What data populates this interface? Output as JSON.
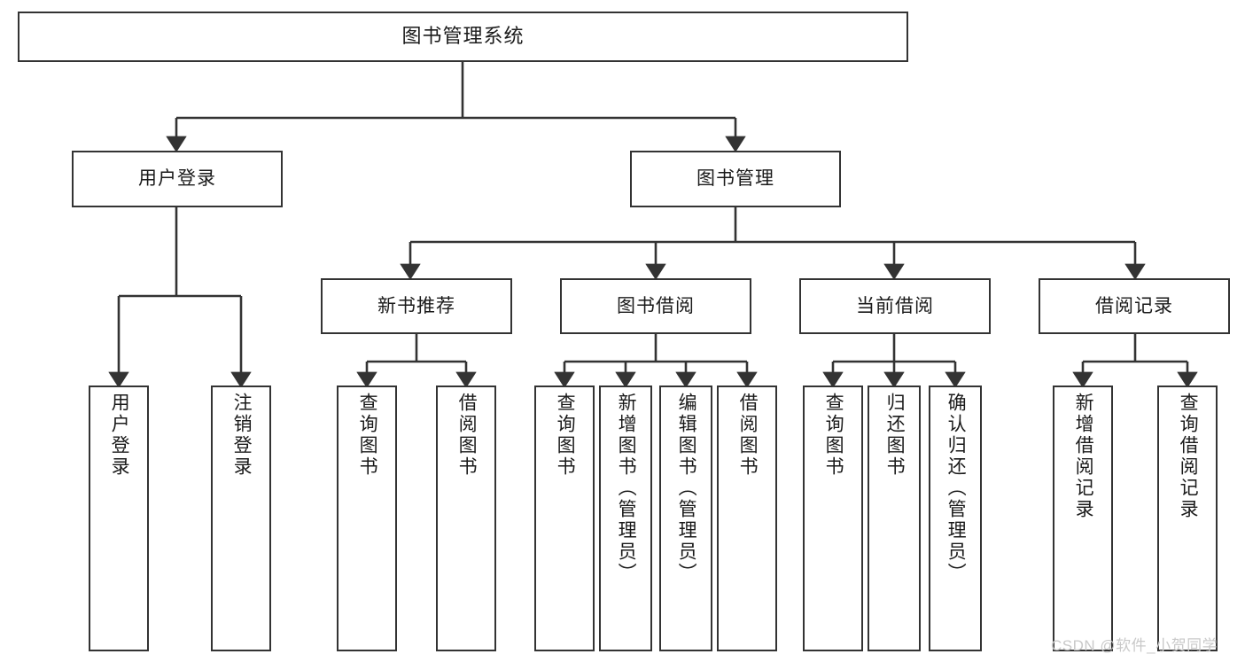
{
  "diagram": {
    "title": "图书管理系统",
    "type": "tree-hierarchy-chart",
    "colors": {
      "box_border": "#333333",
      "box_fill": "#ffffff",
      "connector": "#333333",
      "text": "#1a1a1a",
      "watermark": "#c9c9c9"
    },
    "root": {
      "label": "图书管理系统"
    },
    "level2": [
      {
        "label": "用户登录"
      },
      {
        "label": "图书管理"
      }
    ],
    "level3": [
      {
        "label": "新书推荐"
      },
      {
        "label": "图书借阅"
      },
      {
        "label": "当前借阅"
      },
      {
        "label": "借阅记录"
      }
    ],
    "leaves": {
      "user_login": [
        {
          "label": "用户登录"
        },
        {
          "label": "注销登录"
        }
      ],
      "new_book_recommend": [
        {
          "label": "查询图书"
        },
        {
          "label": "借阅图书"
        }
      ],
      "book_borrow": [
        {
          "label": "查询图书"
        },
        {
          "label": "新增图书（管理员）"
        },
        {
          "label": "编辑图书（管理员）"
        },
        {
          "label": "借阅图书"
        }
      ],
      "current_borrow": [
        {
          "label": "查询图书"
        },
        {
          "label": "归还图书"
        },
        {
          "label": "确认归还（管理员）"
        }
      ],
      "borrow_record": [
        {
          "label": "新增借阅记录"
        },
        {
          "label": "查询借阅记录"
        }
      ]
    },
    "watermark": "CSDN @软件_小贺同学"
  }
}
